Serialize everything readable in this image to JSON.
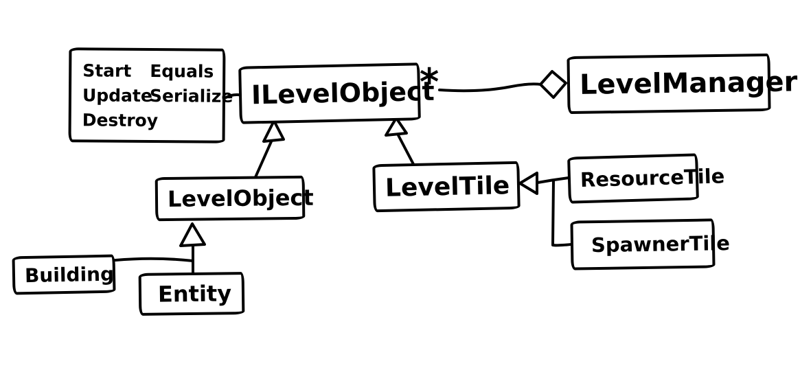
{
  "diagram": {
    "background": "#ffffff",
    "ink": "#000000",
    "methods_box": {
      "column1": [
        "Start",
        "Update",
        "Destroy"
      ],
      "column2": [
        "Equals",
        "Serialize"
      ]
    },
    "nodes": {
      "ilevelobject": "ILevelObject",
      "levelmanager": "LevelManager",
      "levelobject": "LevelObject",
      "leveltile": "LevelTile",
      "resourcetile": "ResourceTile",
      "spawnertile": "SpawnerTile",
      "building": "Building",
      "entity": "Entity"
    },
    "aggregation_multiplicity": "*"
  }
}
